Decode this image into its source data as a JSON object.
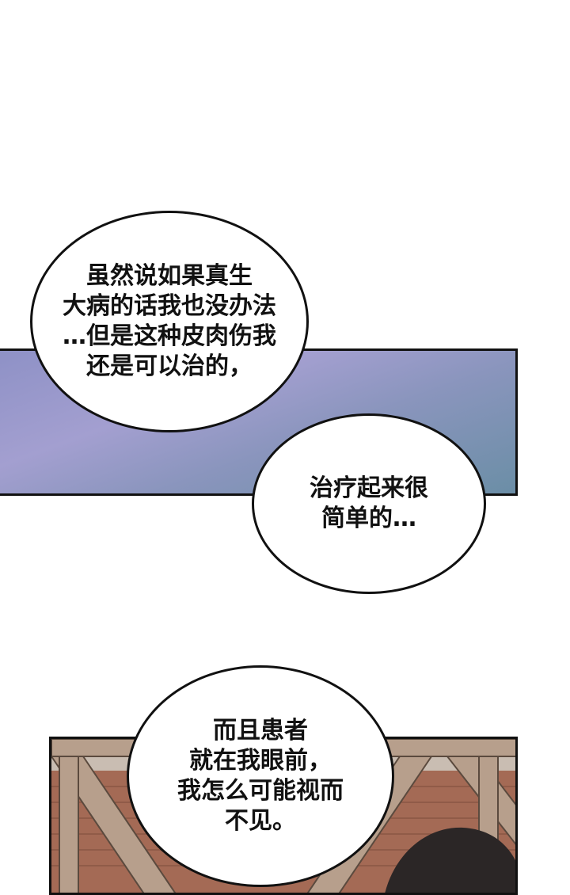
{
  "bubbles": [
    {
      "lines": [
        "虽然说如果真生",
        "大病的话我也没办法",
        "…但是这种皮肉伤我",
        "还是可以治的，"
      ]
    },
    {
      "lines": [
        "治疗起来很",
        "简单的…"
      ]
    },
    {
      "lines": [
        "而且患者",
        "就在我眼前，",
        "我怎么可能视而",
        "不见。"
      ]
    }
  ],
  "colors": {
    "sky_light": "#a39fd0",
    "sky_dark": "#6b8ea6",
    "wood": "#b79f8c",
    "brick": "#a46a55",
    "hair": "#2b2626"
  }
}
